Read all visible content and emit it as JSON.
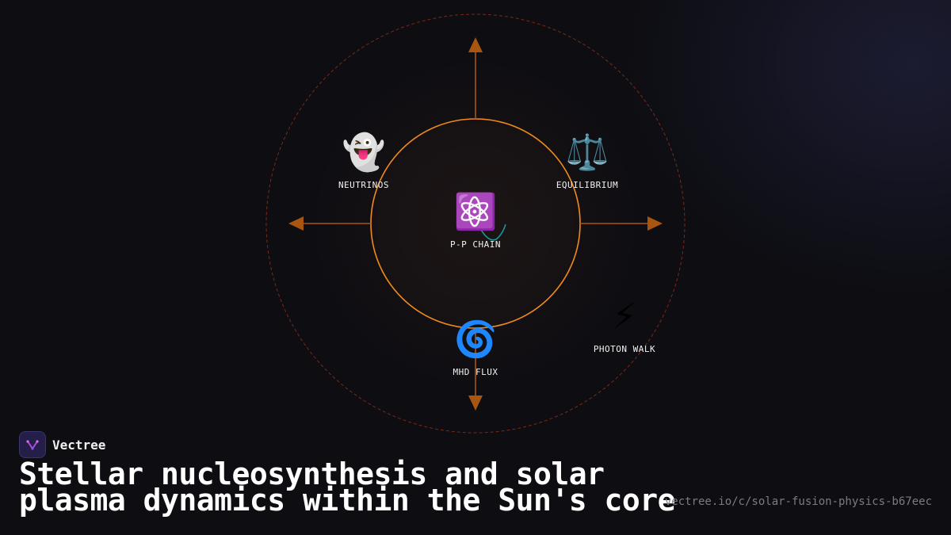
{
  "diagram": {
    "center": {
      "icon": "atom-icon",
      "emoji": "⚛️",
      "label": "P-P CHAIN"
    },
    "nodes": [
      {
        "id": "neutrinos",
        "icon": "ghost-icon",
        "emoji": "👻",
        "label": "NEUTRINOS"
      },
      {
        "id": "equilibrium",
        "icon": "balance-scale-icon",
        "emoji": "⚖️",
        "label": "EQUILIBRIUM"
      },
      {
        "id": "photon-walk",
        "icon": "lightning-icon",
        "emoji": "⚡",
        "label": "PHOTON WALK"
      },
      {
        "id": "mhd-flux",
        "icon": "cyclone-icon",
        "emoji": "🌀",
        "label": "MHD FLUX"
      }
    ],
    "colors": {
      "accent": "#f08a1c",
      "arrow": "#a8560f",
      "outer_ring": "#7a2a18",
      "teal": "#1a9a96"
    }
  },
  "brand": {
    "name": "Vectree",
    "logo_icon": "vectree-logo-icon"
  },
  "title": {
    "line1": "Stellar nucleosynthesis and solar",
    "line2": "plasma dynamics within the Sun's core"
  },
  "url": "vectree.io/c/solar-fusion-physics-b67eec"
}
